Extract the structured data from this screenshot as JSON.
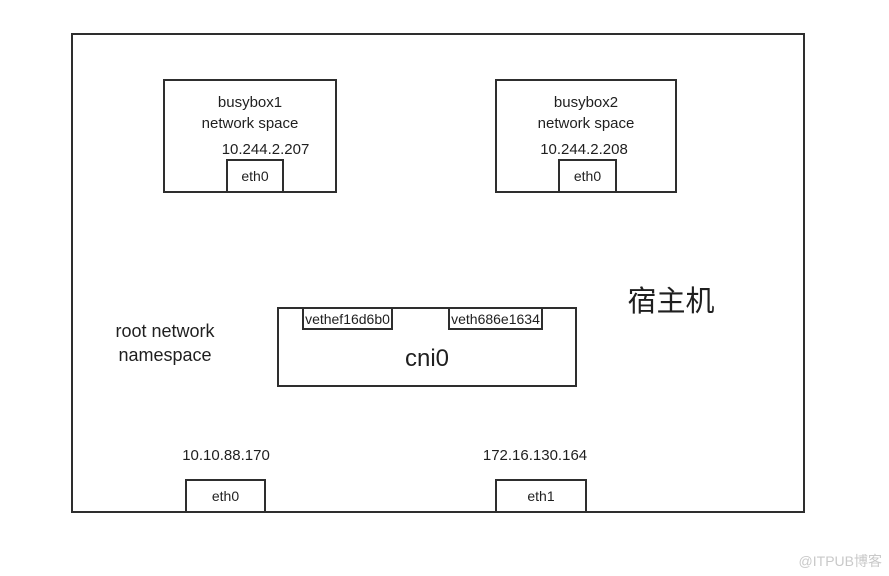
{
  "diagram": {
    "host_label": "宿主机",
    "root_namespace": {
      "line1": "root network",
      "line2": "namespace"
    },
    "busybox1": {
      "title_line1": "busybox1",
      "title_line2": "network space",
      "ip": "10.244.2.207",
      "interface": "eth0"
    },
    "busybox2": {
      "title_line1": "busybox2",
      "title_line2": "network space",
      "ip": "10.244.2.208",
      "interface": "eth0"
    },
    "bridge": {
      "name": "cni0",
      "veth_left": "vethef16d6b0",
      "veth_right": "veth686e1634"
    },
    "host_interfaces": [
      {
        "name": "eth0",
        "ip": "10.10.88.170"
      },
      {
        "name": "eth1",
        "ip": "172.16.130.164"
      }
    ],
    "watermark": "@ITPUB博客"
  }
}
